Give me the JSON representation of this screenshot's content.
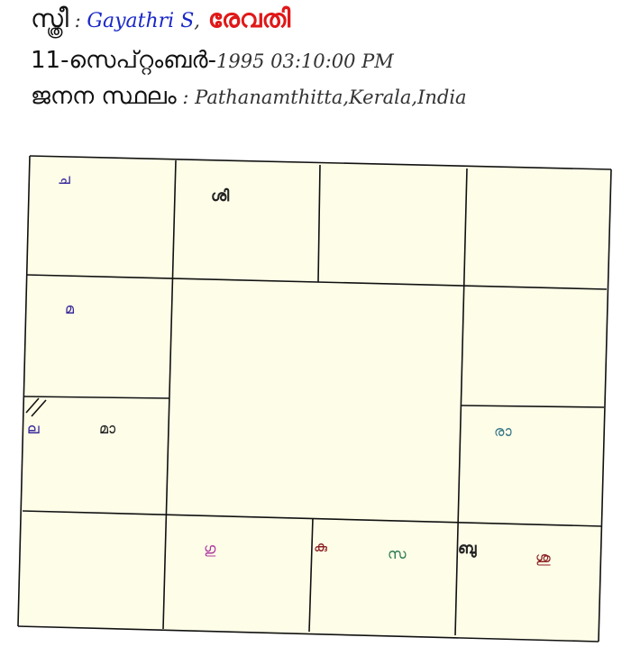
{
  "header": {
    "gender_label": "സ്ത്രീ",
    "sep": " : ",
    "name": "Gayathri S",
    "comma": ",",
    "nakshatra": "രേവതി",
    "date_ml": "11-സെപ്റ്റംബർ-",
    "datetime": "1995 03:10:00 PM",
    "birthplace_label": "ജനന സ്ഥലം",
    "birthplace": "Pathanamthitta,Kerala,India"
  },
  "chart_data": {
    "type": "table",
    "houses": [
      {
        "planets": [
          "ച"
        ]
      },
      {
        "planets": [
          "ശി"
        ]
      },
      {
        "planets": []
      },
      {
        "planets": []
      },
      {
        "planets": [
          "മ"
        ]
      },
      {
        "planets": []
      },
      {
        "planets": [
          "ല",
          "മാ"
        ]
      },
      {
        "planets": [
          "രാ"
        ]
      },
      {
        "planets": []
      },
      {
        "planets": [
          "ഗു"
        ]
      },
      {
        "planets": [
          "കു",
          "സ"
        ]
      },
      {
        "planets": [
          "ബു",
          "ശു"
        ]
      }
    ],
    "colors": {
      "cell_fill": "#fefde8",
      "line": "#111111",
      "purple": "#3a2a9a",
      "dark": "#222222",
      "magenta": "#b03aa0",
      "green": "#2a7a50",
      "maroon": "#8a2020",
      "teal": "#3a7a8a"
    }
  }
}
